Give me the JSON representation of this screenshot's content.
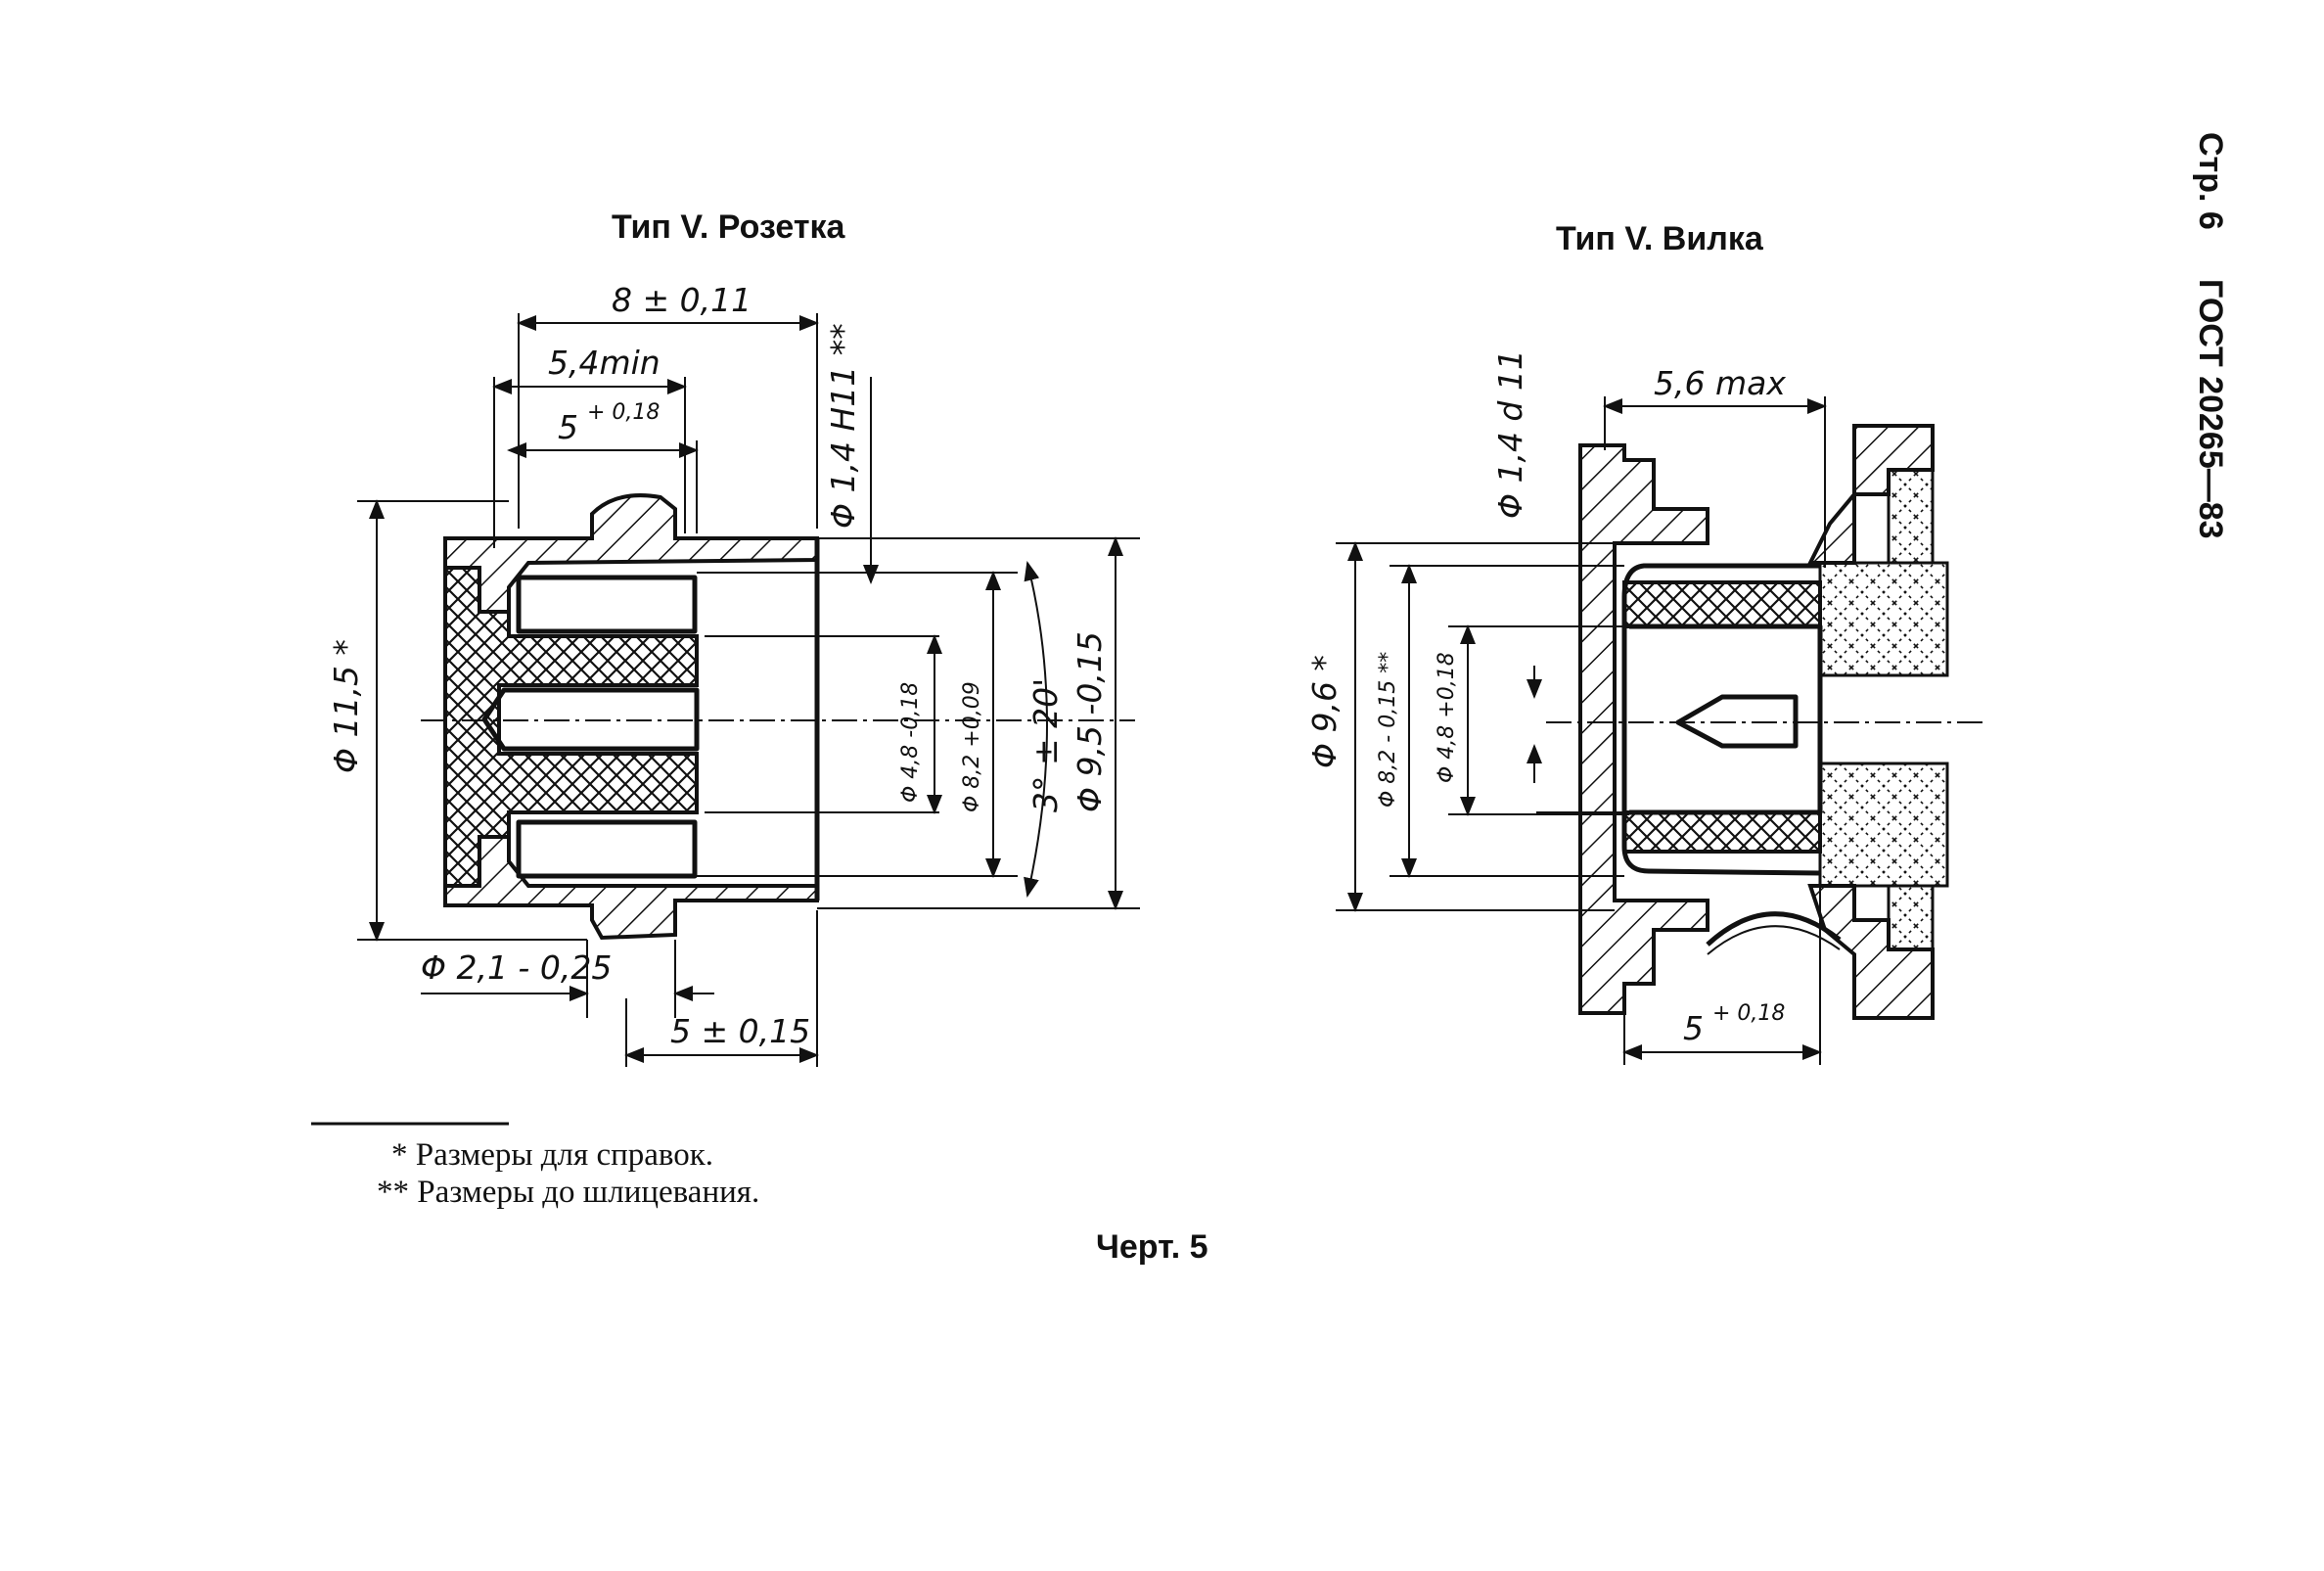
{
  "page_header": {
    "sheet": "Стр. 6",
    "standard": "ГОСТ 20265—83"
  },
  "left_view": {
    "title": "Тип V. Розетка",
    "dimensions": {
      "length_total": "8 ± 0,11",
      "length_min": "5,4min",
      "length_inner_base": "5",
      "length_inner_tol": "+ 0,18",
      "pin_hole_dia": "Φ 1,4 H11 **",
      "outer_dia": "Φ 11,5 *",
      "bore_dia": "Φ 4,8 -0,18",
      "groove_dia": "Φ 8,2 +0,09",
      "taper_angle": "3° ± 20'",
      "outer_body_dia": "Φ 9,5 -0,15",
      "slot_width": "Φ 2,1 - 0,25",
      "bottom_length": "5 ± 0,15"
    }
  },
  "right_view": {
    "title": "Тип V. Вилка",
    "dimensions": {
      "length_max": "5,6 max",
      "pin_dia": "Φ 1,4 d 11",
      "outer_dia": "Φ 9,6 *",
      "sleeve_dia": "Φ 8,2 - 0,15 **",
      "inner_dia": "Φ 4,8 +0,18",
      "bottom_length_base": "5",
      "bottom_length_tol": "+ 0,18"
    }
  },
  "notes": [
    "* Размеры для справок.",
    "** Размеры до шлицевания."
  ],
  "caption": "Черт. 5"
}
